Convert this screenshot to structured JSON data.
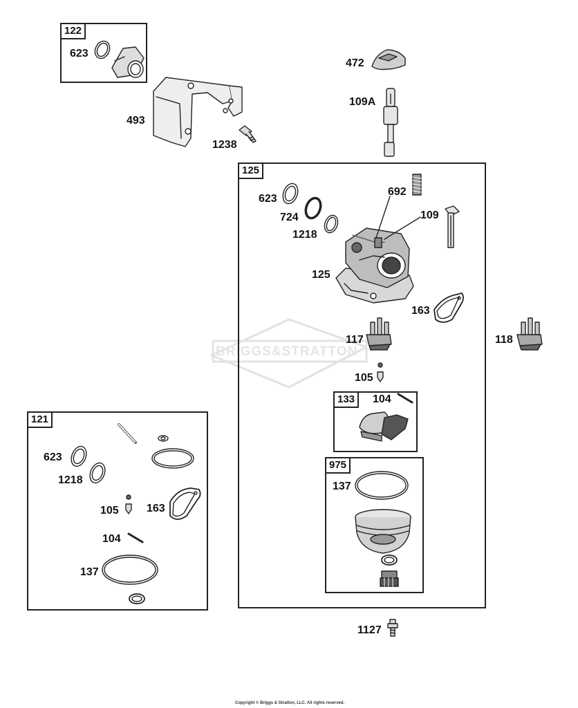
{
  "kits": {
    "k122": "122",
    "k125": "125",
    "k121": "121",
    "k133": "133",
    "k975": "975"
  },
  "labels": {
    "l623a": "623",
    "l493": "493",
    "l1238": "1238",
    "l472": "472",
    "l109A": "109A",
    "l623b": "623",
    "l724": "724",
    "l1218a": "1218",
    "l692": "692",
    "l109": "109",
    "l125": "125",
    "l163a": "163",
    "l118": "118",
    "l117": "117",
    "l105a": "105",
    "l104a": "104",
    "l137a": "137",
    "l1127": "1127",
    "l623c": "623",
    "l1218b": "1218",
    "l105b": "105",
    "l163b": "163",
    "l104b": "104",
    "l137b": "137"
  },
  "watermark": "BRIGGS&STRATTON",
  "copyright": "Copyright © Briggs & Stratton, LLC. All rights reserved."
}
